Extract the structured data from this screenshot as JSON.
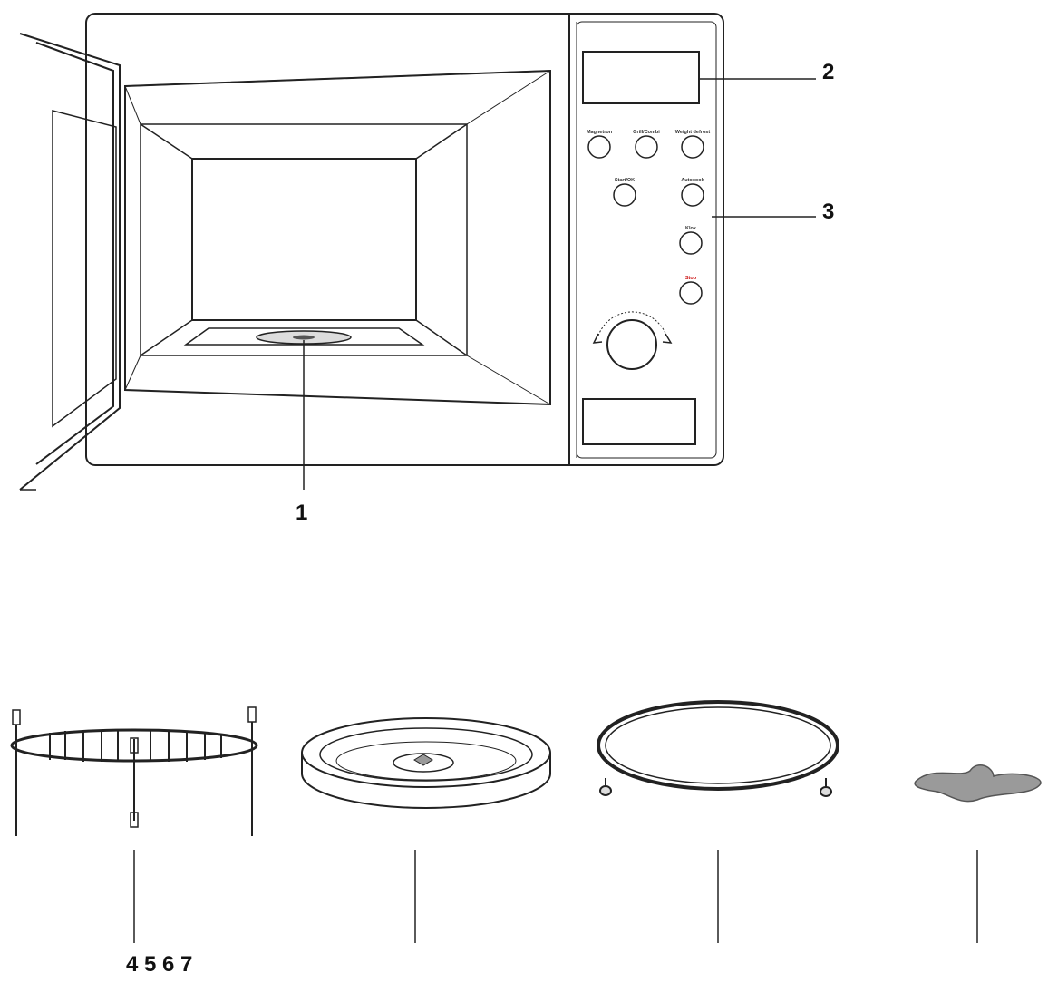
{
  "callouts": {
    "turntable_spindle": "1",
    "display": "2",
    "control_panel": "3",
    "accessories": "4 5 6 7"
  },
  "panel_buttons": {
    "microwave": "Magnetron",
    "grill_combi": "Grill/Combi",
    "defrost": "Weight defrost",
    "start": "Start/OK",
    "auto_cook": "Autocook",
    "clock": "Klok",
    "stop": "Stop"
  },
  "colors": {
    "stroke": "#222222",
    "stop_text": "#cc1111",
    "crisp_plate": "#9a9a9a"
  }
}
